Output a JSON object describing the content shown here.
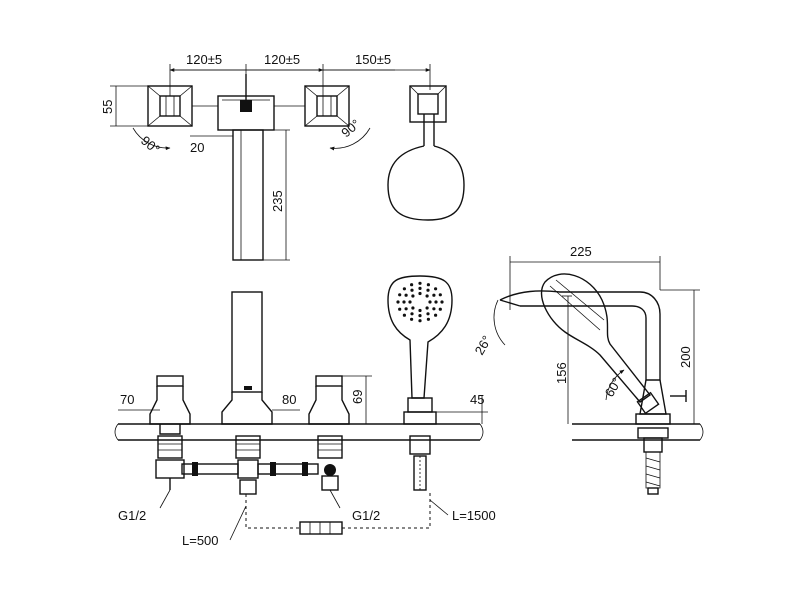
{
  "top_view": {
    "dim_spacing_1": "120±5",
    "dim_spacing_2": "120±5",
    "dim_spacing_3": "150±5",
    "dim_handle_depth": "55",
    "angle_left": "90°",
    "angle_right": "90°",
    "dim_spout_width": "20",
    "dim_spout_length": "235"
  },
  "front_view": {
    "dim_handle_width": "70",
    "dim_spout_base": "80",
    "dim_handle_height": "69",
    "dim_shower_holder": "45",
    "thread_left": "G1/2",
    "thread_right": "G1/2",
    "hose_mixer": "L=500",
    "hose_shower": "L=1500"
  },
  "side_view": {
    "dim_reach": "225",
    "dim_total_height": "200",
    "dim_spout_height": "156",
    "angle_shower": "26°",
    "angle_holder": "60°"
  }
}
